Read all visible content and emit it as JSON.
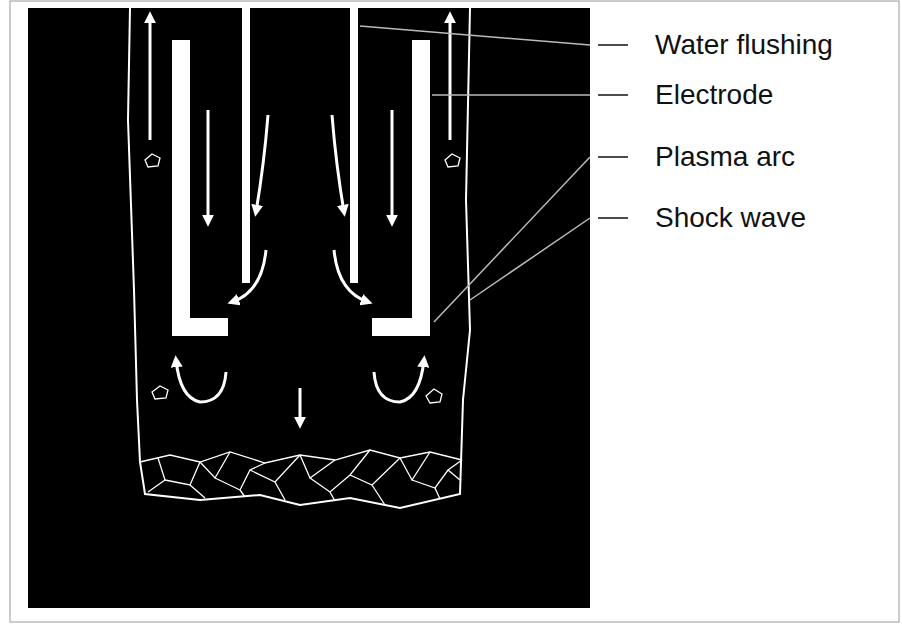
{
  "diagram": {
    "labels": [
      "Water flushing",
      "Electrode",
      "Plasma arc",
      "Shock wave"
    ]
  }
}
